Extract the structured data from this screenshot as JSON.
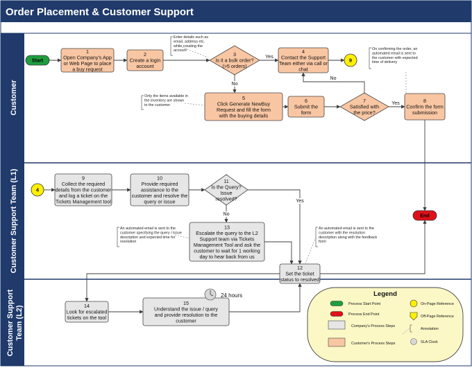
{
  "title": "Order Placement & Customer Support",
  "lanes": [
    {
      "id": "customer",
      "label": [
        "Customer"
      ]
    },
    {
      "id": "l1",
      "label": [
        "Customer Support Team (L1)"
      ]
    },
    {
      "id": "l2",
      "label": [
        "Customer Support",
        "Team (L2)"
      ]
    }
  ],
  "nodes": {
    "start": {
      "type": "terminal-start",
      "lines": [
        "Start"
      ]
    },
    "n1": {
      "type": "customer-step",
      "num": "1",
      "lines": [
        "Open Company's App",
        "or Web Page to place",
        "a buy request"
      ]
    },
    "n2": {
      "type": "customer-step",
      "num": "2",
      "lines": [
        "Create a login",
        "account"
      ]
    },
    "n3": {
      "type": "decision",
      "num": "3",
      "lines": [
        "Is it a bulk order?",
        "(>5 orders)"
      ]
    },
    "n4": {
      "type": "customer-step",
      "num": "4",
      "lines": [
        "Contact the Support",
        "Team either via call or",
        "chat"
      ]
    },
    "c9": {
      "type": "connector",
      "lines": [
        "9"
      ]
    },
    "n5": {
      "type": "customer-step",
      "num": "5",
      "lines": [
        "Click Generate NewBuy",
        "Request and fill the form",
        "with the buying details"
      ]
    },
    "n6": {
      "type": "customer-step",
      "num": "6",
      "lines": [
        "Submit the",
        "form"
      ]
    },
    "n7": {
      "type": "decision",
      "num": "7",
      "lines": [
        "Satisfied with",
        "the price?"
      ]
    },
    "n8": {
      "type": "customer-step",
      "num": "8",
      "lines": [
        "Confirm the form",
        "submission"
      ]
    },
    "c4": {
      "type": "connector",
      "lines": [
        "4"
      ]
    },
    "n9": {
      "type": "company-step",
      "num": "9",
      "lines": [
        "Collect the required",
        "details from the customer",
        "and log a ticket on the",
        "Tickets Management tool"
      ]
    },
    "n10": {
      "type": "company-step",
      "num": "10",
      "lines": [
        "Provide required",
        "assistance to the",
        "customer and resolve the",
        "query or issue"
      ]
    },
    "n11": {
      "type": "decision",
      "num": "11",
      "lines": [
        "Is the Query?",
        "Issue",
        "resolved?"
      ]
    },
    "end": {
      "type": "terminal-end",
      "lines": [
        "End"
      ]
    },
    "n13": {
      "type": "company-step",
      "num": "13",
      "lines": [
        "Escalate the query to the L2",
        "Support team via Tickets",
        "Management Tool and ask the",
        "customer to wait for 1 working",
        "day to hear back from us"
      ]
    },
    "n12": {
      "type": "company-step",
      "num": "12",
      "lines": [
        "Set the ticket",
        "status to resolved"
      ]
    },
    "n14": {
      "type": "company-step",
      "num": "14",
      "lines": [
        "Look for escalated",
        "tickets on the tool"
      ]
    },
    "n15": {
      "type": "company-step",
      "num": "15",
      "lines": [
        "Understand the issue / query",
        "and provide resolution to the",
        "customer"
      ]
    }
  },
  "edges": [
    {
      "from": "start",
      "to": "n1",
      "label": ""
    },
    {
      "from": "n1",
      "to": "n2",
      "label": ""
    },
    {
      "from": "n2",
      "to": "n3",
      "label": ""
    },
    {
      "from": "n3",
      "to": "n4",
      "label": "Yes"
    },
    {
      "from": "n3",
      "to": "n5",
      "label": "No"
    },
    {
      "from": "n4",
      "to": "c9",
      "label": ""
    },
    {
      "from": "n5",
      "to": "n6",
      "label": ""
    },
    {
      "from": "n6",
      "to": "n7",
      "label": ""
    },
    {
      "from": "n7",
      "to": "n4",
      "label": "No"
    },
    {
      "from": "n7",
      "to": "n8",
      "label": "Yes"
    },
    {
      "from": "n8",
      "to": "end",
      "label": ""
    },
    {
      "from": "c4",
      "to": "n9",
      "label": ""
    },
    {
      "from": "n9",
      "to": "n10",
      "label": ""
    },
    {
      "from": "n10",
      "to": "n11",
      "label": ""
    },
    {
      "from": "n11",
      "to": "n13",
      "label": "No"
    },
    {
      "from": "n11",
      "to": "n12",
      "label": "Yes"
    },
    {
      "from": "n13",
      "to": "n12",
      "label": ""
    },
    {
      "from": "n12",
      "to": "end",
      "label": ""
    },
    {
      "from": "n12",
      "to": "n14",
      "label": ""
    },
    {
      "from": "n14",
      "to": "n15",
      "label": ""
    },
    {
      "from": "n15",
      "to": "n12",
      "label": ""
    }
  ],
  "annotations": [
    {
      "id": "a2",
      "lines": [
        "Enter details such as",
        "email, address etc.",
        "while creating the",
        "account"
      ]
    },
    {
      "id": "a5",
      "lines": [
        "Only the items available in",
        "the inventory are shown",
        "to the customer"
      ]
    },
    {
      "id": "a8",
      "lines": [
        "On confirming the order, an",
        "automated email is sent to",
        "the customer with expected",
        "time of delivery"
      ]
    },
    {
      "id": "a13",
      "lines": [
        "An automated email is sent to the",
        "customer specifying the query / issue",
        "description and expected time for",
        "resolution"
      ]
    },
    {
      "id": "a12",
      "lines": [
        "An automated email is sent to the",
        "customer with the resolution",
        "description along with the feedback",
        "form"
      ]
    }
  ],
  "sla": {
    "label": "24 hours"
  },
  "legend": {
    "title": "Legend",
    "items": [
      {
        "symbol": "start-pill",
        "label": "Process Start Point"
      },
      {
        "symbol": "end-pill",
        "label": "Process End Point"
      },
      {
        "symbol": "company-box",
        "label": "Company's Process Steps"
      },
      {
        "symbol": "customer-box",
        "label": "Customer's Process Steps"
      },
      {
        "symbol": "on-page-ref",
        "label": "On-Page Reference"
      },
      {
        "symbol": "off-page-ref",
        "label": "Off-Page Reference"
      },
      {
        "symbol": "annotation",
        "label": "Annotation"
      },
      {
        "symbol": "sla-clock",
        "label": "SLA Clock"
      }
    ]
  },
  "colors": {
    "header": "#1f3a6b",
    "lane_header": "#1f3a6b",
    "customer_step": "#f9c6a3",
    "company_step": "#e6e6e6",
    "start": "#1f9e3f",
    "end": "#e0101a",
    "connector": "#ffef00",
    "legend_bg": "#fbf8c6",
    "line": "#3d3d3d"
  }
}
